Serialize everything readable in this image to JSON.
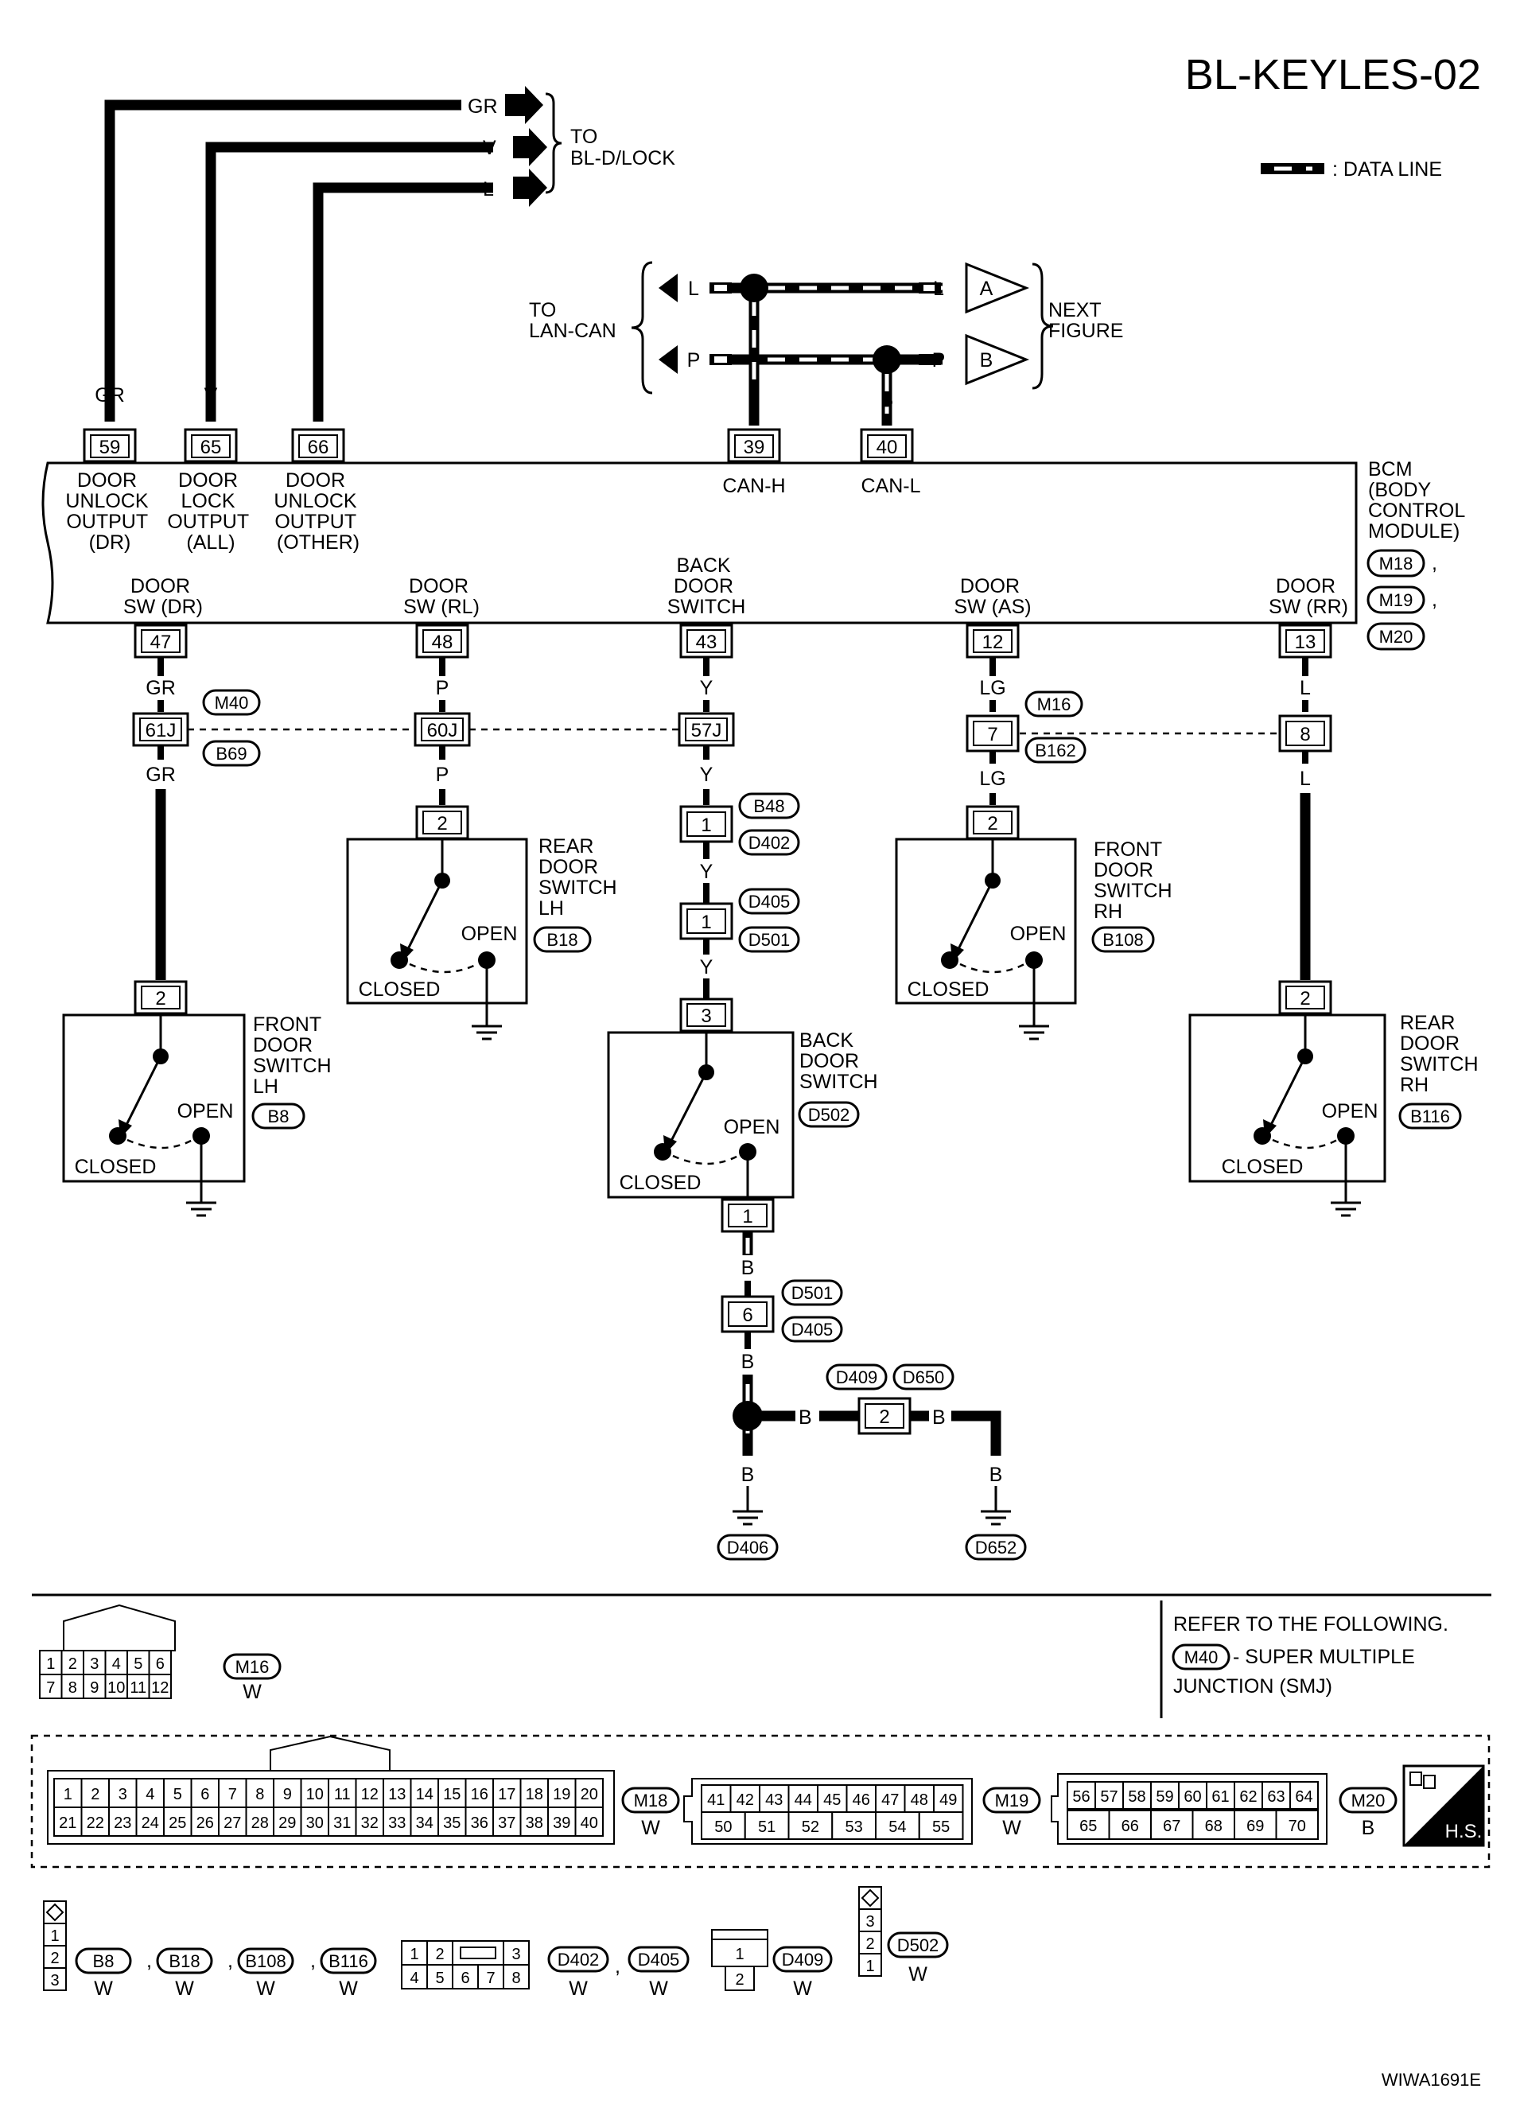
{
  "title": "BL-KEYLES-02",
  "legend_label": ": DATA LINE",
  "to_bl_d_lock": [
    "TO",
    "BL-D/LOCK"
  ],
  "to_lan_can": [
    "TO",
    "LAN-CAN"
  ],
  "next_figure": [
    "NEXT",
    "FIGURE"
  ],
  "wire_colors": {
    "gr": "GR",
    "v": "V",
    "l": "L",
    "p": "P",
    "y": "Y",
    "lg": "LG",
    "b": "B"
  },
  "arrow_labels": {
    "a": "A",
    "b": "B"
  },
  "bcm": {
    "label": [
      "BCM",
      "(BODY",
      "CONTROL",
      "MODULE)"
    ],
    "connectors": [
      "M18",
      "M19",
      "M20"
    ],
    "comma": ",",
    "top_pins": [
      {
        "pin": "59",
        "label": [
          "DOOR",
          "UNLOCK",
          "OUTPUT",
          "(DR)"
        ]
      },
      {
        "pin": "65",
        "label": [
          "DOOR",
          "LOCK",
          "OUTPUT",
          "(ALL)"
        ]
      },
      {
        "pin": "66",
        "label": [
          "DOOR",
          "UNLOCK",
          "OUTPUT",
          "(OTHER)"
        ]
      },
      {
        "pin": "39",
        "label": [
          "CAN-H"
        ]
      },
      {
        "pin": "40",
        "label": [
          "CAN-L"
        ]
      }
    ],
    "bottom_pins": [
      {
        "pin": "47",
        "label": [
          "DOOR",
          "SW (DR)"
        ]
      },
      {
        "pin": "48",
        "label": [
          "DOOR",
          "SW (RL)"
        ]
      },
      {
        "pin": "43",
        "label": [
          "BACK",
          "DOOR",
          "SWITCH"
        ]
      },
      {
        "pin": "12",
        "label": [
          "DOOR",
          "SW (AS)"
        ]
      },
      {
        "pin": "13",
        "label": [
          "DOOR",
          "SW (RR)"
        ]
      }
    ]
  },
  "junction": {
    "pins": [
      "61J",
      "60J",
      "57J"
    ],
    "m40": "M40",
    "b69": "B69",
    "pin7": "7",
    "pin8": "8",
    "m16": "M16",
    "b162": "B162"
  },
  "switches": {
    "front_lh": {
      "pin": "2",
      "label": [
        "FRONT",
        "DOOR",
        "SWITCH",
        "LH"
      ],
      "conn": "B8",
      "open": "OPEN",
      "closed": "CLOSED"
    },
    "rear_lh": {
      "pin": "2",
      "label": [
        "REAR",
        "DOOR",
        "SWITCH",
        "LH"
      ],
      "conn": "B18",
      "open": "OPEN",
      "closed": "CLOSED"
    },
    "back": {
      "pin_in": "3",
      "pin_out": "1",
      "label": [
        "BACK",
        "DOOR",
        "SWITCH"
      ],
      "conn": "D502",
      "open": "OPEN",
      "closed": "CLOSED"
    },
    "front_rh": {
      "pin": "2",
      "label": [
        "FRONT",
        "DOOR",
        "SWITCH",
        "RH"
      ],
      "conn": "B108",
      "open": "OPEN",
      "closed": "CLOSED"
    },
    "rear_rh": {
      "pin": "2",
      "label": [
        "REAR",
        "DOOR",
        "SWITCH",
        "RH"
      ],
      "conn": "B116",
      "open": "OPEN",
      "closed": "CLOSED"
    }
  },
  "back_chain": {
    "c1": {
      "pin": "1",
      "top": "B48",
      "bottom": "D402"
    },
    "c2": {
      "pin": "1",
      "top": "D405",
      "bottom": "D501"
    },
    "c6": {
      "pin": "6",
      "top": "D501",
      "bottom": "D405"
    },
    "c2b": {
      "pin": "2",
      "left": "D409",
      "right": "D650"
    },
    "gnd1": "D406",
    "gnd2": "D652"
  },
  "footer": {
    "refer": [
      "REFER TO THE FOLLOWING.",
      "- SUPER MULTIPLE",
      "JUNCTION (SMJ)"
    ],
    "refer_conn": "M40",
    "m16": {
      "name": "M16",
      "color": "W",
      "rows": [
        [
          "1",
          "2",
          "3",
          "4",
          "5",
          "6"
        ],
        [
          "7",
          "8",
          "9",
          "10",
          "11",
          "12"
        ]
      ]
    },
    "m18": {
      "name": "M18",
      "color": "W",
      "rows": [
        [
          "1",
          "2",
          "3",
          "4",
          "5",
          "6",
          "7",
          "8",
          "9",
          "10",
          "11",
          "12",
          "13",
          "14",
          "15",
          "16",
          "17",
          "18",
          "19",
          "20"
        ],
        [
          "21",
          "22",
          "23",
          "24",
          "25",
          "26",
          "27",
          "28",
          "29",
          "30",
          "31",
          "32",
          "33",
          "34",
          "35",
          "36",
          "37",
          "38",
          "39",
          "40"
        ]
      ]
    },
    "m19": {
      "name": "M19",
      "color": "W",
      "rows": [
        [
          "41",
          "42",
          "43",
          "44",
          "45",
          "46",
          "47",
          "48",
          "49"
        ],
        [
          "50",
          "51",
          "52",
          "53",
          "54",
          "55"
        ]
      ]
    },
    "m20": {
      "name": "M20",
      "color": "B",
      "rows": [
        [
          "56",
          "57",
          "58",
          "59",
          "60",
          "61",
          "62",
          "63",
          "64"
        ],
        [
          "65",
          "66",
          "67",
          "68",
          "69",
          "70"
        ]
      ]
    },
    "hs": "H.S.",
    "b_group": {
      "names": [
        "B8",
        "B18",
        "B108",
        "B116"
      ],
      "colors": [
        "W",
        "W",
        "W",
        "W"
      ],
      "pins": [
        "1",
        "2",
        "3"
      ]
    },
    "d_group": {
      "names": [
        "D402",
        "D405"
      ],
      "colors": [
        "W",
        "W"
      ],
      "rows": [
        [
          "1",
          "2",
          "3"
        ],
        [
          "4",
          "5",
          "6",
          "7",
          "8"
        ]
      ]
    },
    "d409": {
      "name": "D409",
      "color": "W",
      "pins": [
        "1",
        "2"
      ]
    },
    "d502": {
      "name": "D502",
      "color": "W",
      "pins": [
        "3",
        "2",
        "1"
      ]
    },
    "sep": ",",
    "code": "WIWA1691E"
  }
}
